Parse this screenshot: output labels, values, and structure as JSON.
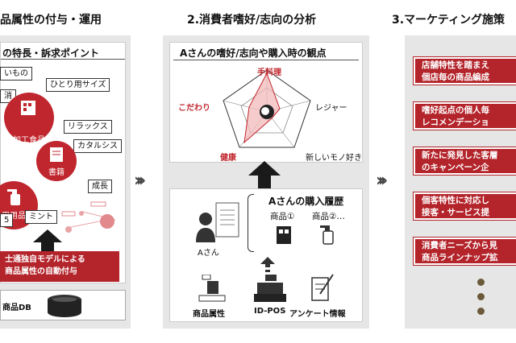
{
  "step1": {
    "title": "品属性の付与・運用",
    "subtitle": "の特長・訴求ポイント",
    "tags": [
      "いもの",
      "ひとり用サイズ",
      "消",
      "リラックス",
      "カタルシス",
      "成長",
      "ミント",
      "5"
    ],
    "circle_food": "加工食品\n(NB)",
    "circle_book": "書籍",
    "circle_daily": "用用品",
    "model_box": "士通独自モデルによる\n商品属性の自動付与",
    "db_label": "商品DB"
  },
  "step2": {
    "title": "2.消費者嗜好/志向の分析",
    "subtitle": "Aさんの嗜好/志向や購入時の観点",
    "radar_labels": {
      "top": "手料理",
      "right": "レジャー",
      "bottom_right": "新しいモノ好き",
      "bottom_left": "健康",
      "left": "こだわり"
    },
    "person_label": "Aさん",
    "history_title": "Aさんの購入履歴",
    "product1": "商品①",
    "product2": "商品②…",
    "source1": "商品属性",
    "source2": "ID-POS",
    "source3": "アンケート情報"
  },
  "step3": {
    "title": "3.マーケティング施策",
    "items": [
      "店舗特性を踏まえ\n個店毎の商品編成",
      "嗜好起点の個人毎\nレコメンデーショ",
      "新たに発見した客層\nのキャンペーン企",
      "個客特性に対応し\n接客・サービス提",
      "消費者ニーズから見\n商品ラインナップ拡"
    ]
  },
  "colors": {
    "accent": "#b3242b",
    "panel": "#e6e6e6"
  },
  "icons": [
    "chevron-right-icon",
    "arrow-up-icon",
    "person-icon",
    "document-icon",
    "spray-bottle-icon",
    "book-icon",
    "food-package-icon",
    "database-icon",
    "pos-register-icon",
    "survey-icon",
    "brain-icon"
  ]
}
